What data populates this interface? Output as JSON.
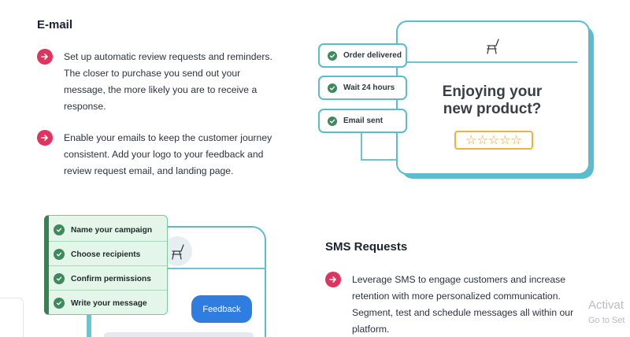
{
  "email": {
    "heading": "E-mail",
    "bullets": [
      {
        "lines": [
          "Set up automatic review requests and reminders.",
          "The closer to purchase you send out your",
          "message, the more likely you are to receive a",
          "response."
        ]
      },
      {
        "lines": [
          "Enable your emails to keep the customer journey",
          "consistent. Add your logo to your feedback and",
          "review request email, and landing page."
        ]
      }
    ],
    "card": {
      "title_line1": "Enjoying your",
      "title_line2": "new product?",
      "stars": "☆☆☆☆☆"
    },
    "pills": [
      "Order delivered",
      "Wait 24 hours",
      "Email sent"
    ]
  },
  "sms": {
    "heading": "SMS Requests",
    "bullets": [
      {
        "lines": [
          "Leverage SMS to engage customers and increase",
          "retention with more personalized communication.",
          "Segment, test and schedule messages all within our",
          "platform."
        ]
      }
    ],
    "steps": [
      "Name your campaign",
      "Choose recipients",
      "Confirm permissions",
      "Write your message"
    ],
    "feedback_button": "Feedback"
  },
  "watermark": {
    "line1": "Activat",
    "line2": "Go to Set"
  },
  "colors": {
    "accent_red": "#e0335f",
    "teal": "#5bbccd",
    "check_green": "#3f8a5d",
    "button_blue": "#2f7de1",
    "star_gold": "#f1b23b"
  },
  "icons": [
    "arrow-right-icon",
    "check-icon",
    "chair-icon"
  ]
}
